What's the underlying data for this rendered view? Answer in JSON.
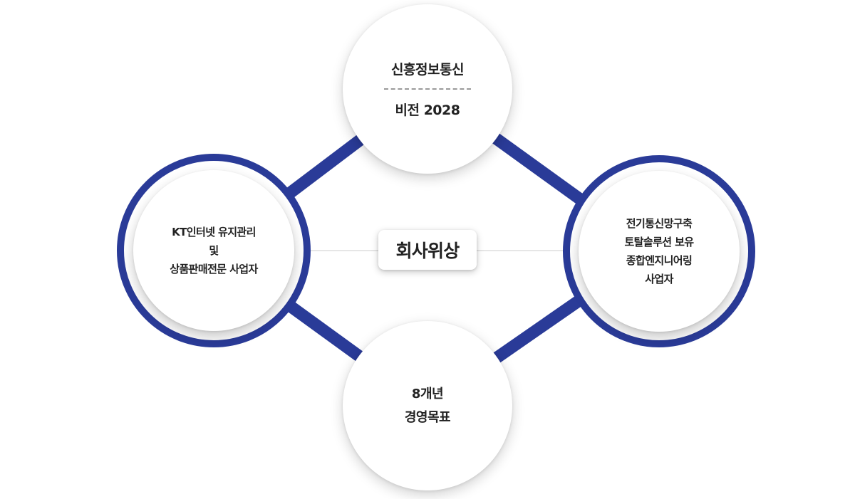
{
  "colors": {
    "accent": "#2a3b98",
    "thin_line": "#cccccc",
    "text": "#222222"
  },
  "top_node": {
    "title": "신흥정보통신",
    "subtitle": "비전 2028"
  },
  "left_node": {
    "lines": [
      "KT인터넷 유지관리",
      "및",
      "상품판매전문 사업자"
    ]
  },
  "right_node": {
    "lines": [
      "전기통신망구축",
      "토탈솔루션 보유",
      "종합엔지니어링",
      "사업자"
    ]
  },
  "bottom_node": {
    "lines": [
      "8개년",
      "경영목표"
    ]
  },
  "center": {
    "label": "회사위상"
  }
}
